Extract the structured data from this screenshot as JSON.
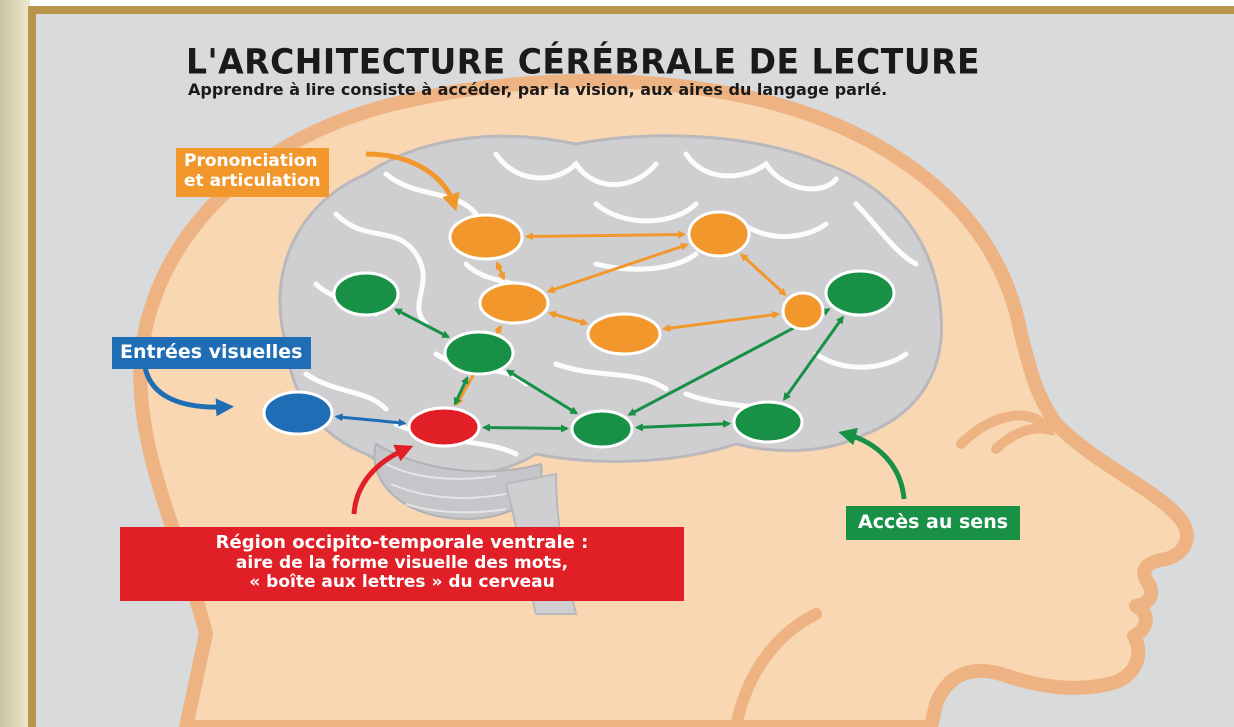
{
  "title": "L'ARCHITECTURE CÉRÉBRALE DE LECTURE",
  "subtitle": "Apprendre à lire consiste à accéder, par la vision, aux aires du langage parlé.",
  "labels": {
    "pronunciation": [
      "Prononciation",
      "et articulation"
    ],
    "visual_inputs": "Entrées visuelles",
    "meaning_access": "Accès au sens",
    "region": [
      "Région occipito-temporale ventrale :",
      "aire de la forme visuelle des mots,",
      "« boîte aux lettres » du cerveau"
    ]
  },
  "colors": {
    "background": "#d9dadc",
    "head_fill": "#f9d7b3",
    "head_outline": "#eeb383",
    "brain_fill": "#cfcfd2",
    "brain_lines": "#ffffff",
    "orange": "#f2972b",
    "green": "#189046",
    "blue": "#1f6db5",
    "red": "#e11f26",
    "frame": "#b8954a"
  },
  "nodes": [
    {
      "id": "o1",
      "color": "orange"
    },
    {
      "id": "o2",
      "color": "orange"
    },
    {
      "id": "o3",
      "color": "orange"
    },
    {
      "id": "o4",
      "color": "orange"
    },
    {
      "id": "o5",
      "color": "orange"
    },
    {
      "id": "g1",
      "color": "green"
    },
    {
      "id": "g2",
      "color": "green"
    },
    {
      "id": "g3",
      "color": "green"
    },
    {
      "id": "g4",
      "color": "green"
    },
    {
      "id": "g5",
      "color": "green"
    },
    {
      "id": "b1",
      "color": "blue"
    },
    {
      "id": "r1",
      "color": "red"
    }
  ],
  "edges": [
    {
      "from": "o1",
      "to": "o2",
      "color": "orange"
    },
    {
      "from": "o1",
      "to": "o3",
      "color": "orange"
    },
    {
      "from": "o2",
      "to": "o3",
      "color": "orange"
    },
    {
      "from": "o2",
      "to": "o5",
      "color": "orange"
    },
    {
      "from": "o3",
      "to": "o4",
      "color": "orange"
    },
    {
      "from": "o4",
      "to": "o5",
      "color": "orange"
    },
    {
      "from": "r1",
      "to": "o3",
      "color": "orange"
    },
    {
      "from": "g1",
      "to": "g2",
      "color": "green"
    },
    {
      "from": "g2",
      "to": "r1",
      "color": "green"
    },
    {
      "from": "g2",
      "to": "g3",
      "color": "green"
    },
    {
      "from": "r1",
      "to": "g3",
      "color": "green"
    },
    {
      "from": "g3",
      "to": "g4",
      "color": "green"
    },
    {
      "from": "g3",
      "to": "g5",
      "color": "green"
    },
    {
      "from": "g4",
      "to": "g5",
      "color": "green"
    },
    {
      "from": "b1",
      "to": "r1",
      "color": "blue"
    }
  ]
}
